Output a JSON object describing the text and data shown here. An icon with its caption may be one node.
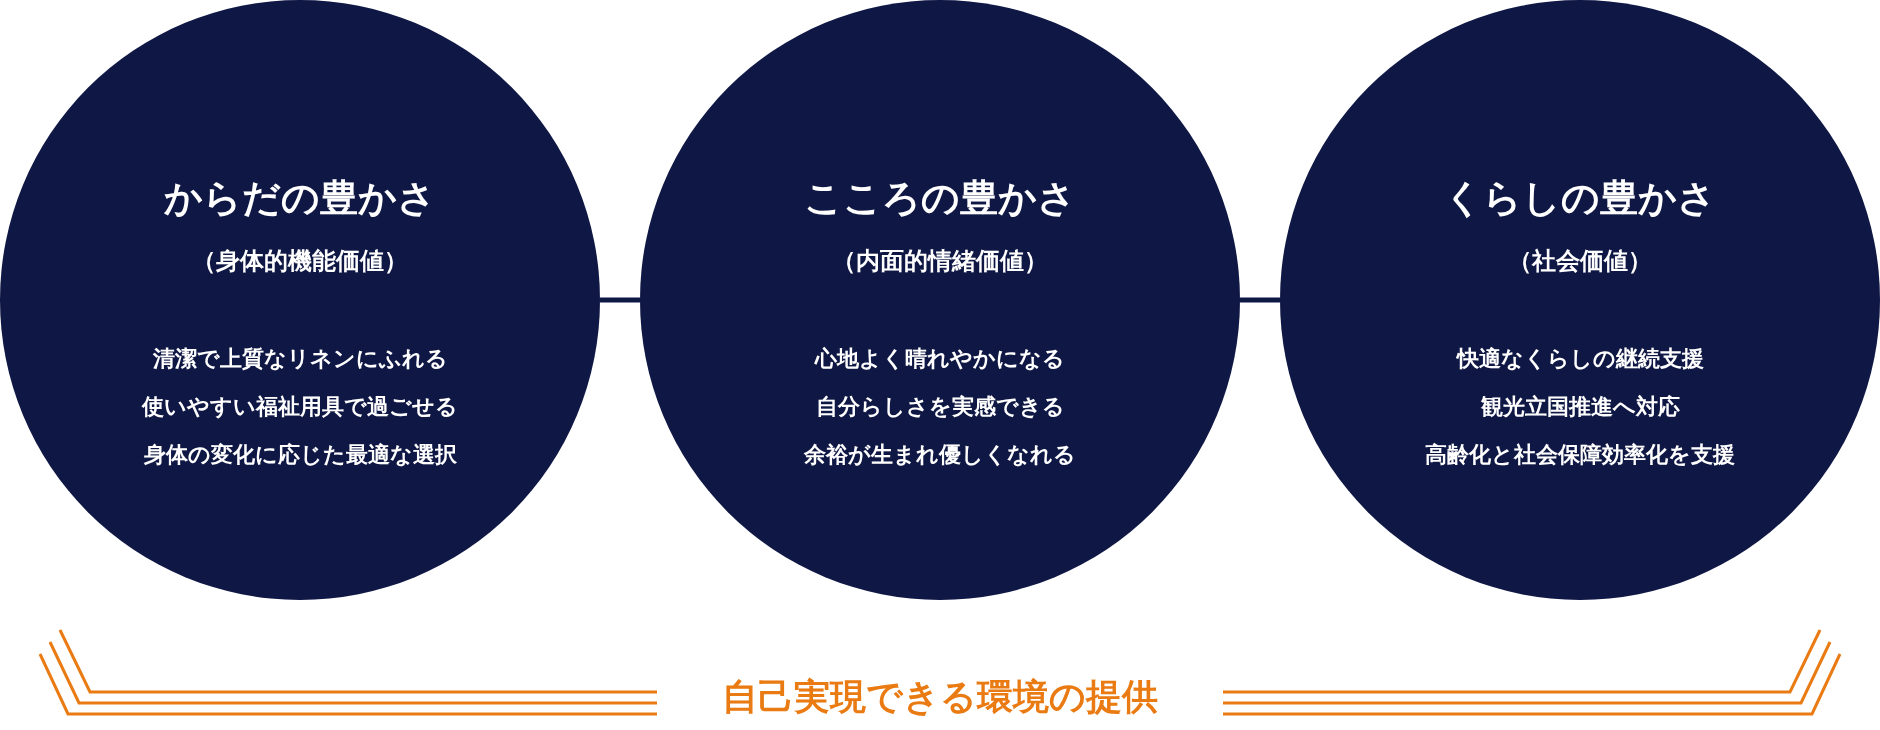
{
  "diagram": {
    "nodes": [
      {
        "text": [
          "からだの豊かさ",
          "（身体的機能価値）",
          "清潔で上質なリネンにふれる",
          "使いやすい福祉用具で過ごせる",
          "身体の変化に応じた最適な選択"
        ]
      },
      {
        "text": [
          "こころの豊かさ",
          "（内面的情緒価値）",
          "心地よく晴れやかになる",
          "自分らしさを実感できる",
          "余裕が生まれ優しくなれる"
        ]
      },
      {
        "text": [
          "くらしの豊かさ",
          "（社会価値）",
          "快適なくらしの継続支援",
          "観光立国推進へ対応",
          "高齢化と社会保障効率化を支援"
        ]
      }
    ],
    "edges": [
      {
        "from": 0,
        "to": 1,
        "arrow": "none"
      },
      {
        "from": 1,
        "to": 2,
        "arrow": "none"
      }
    ],
    "labels": [
      "自己実現できる環境の提供"
    ]
  }
}
